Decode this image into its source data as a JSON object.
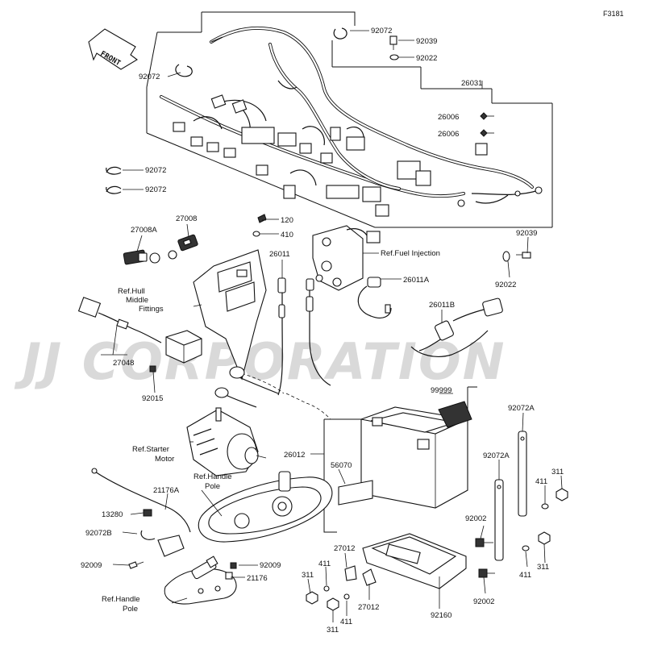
{
  "diagram_code": "F3181",
  "front_label": "FRONT",
  "watermark": "JJ CORPORATION",
  "part_numbers": {
    "p92072_a": "92072",
    "p92072_b": "92072",
    "p92072_c": "92072",
    "p92072_d": "92072",
    "p92039_a": "92039",
    "p92022_a": "92022",
    "p26031": "26031",
    "p26006_a": "26006",
    "p26006_b": "26006",
    "p120": "120",
    "p410": "410",
    "p27008": "27008",
    "p27008A": "27008A",
    "p26011": "26011",
    "p26011A": "26011A",
    "p26011B": "26011B",
    "p92039_b": "92039",
    "p92022_b": "92022",
    "p27048": "27048",
    "p92015": "92015",
    "p99999": "99999",
    "p26012": "26012",
    "p56070": "56070",
    "p92072A_a": "92072A",
    "p92072A_b": "92072A",
    "p311_a": "311",
    "p411_a": "411",
    "p92002_a": "92002",
    "p311_b": "311",
    "p411_b": "411",
    "p92002_b": "92002",
    "p21176A": "21176A",
    "p13280": "13280",
    "p92072B": "92072B",
    "p92009_a": "92009",
    "p92009_b": "92009",
    "p21176": "21176",
    "p27012_a": "27012",
    "p27012_b": "27012",
    "p411_c": "411",
    "p411_d": "411",
    "p311_c": "311",
    "p311_d": "311",
    "p92160": "92160"
  },
  "references": {
    "fuel_injection": "Ref.Fuel Injection",
    "hull_1": "Ref.Hull",
    "hull_2": "Middle",
    "hull_3": "Fittings",
    "starter_1": "Ref.Starter",
    "starter_2": "Motor",
    "handle_pole_1_a": "Ref.Handle",
    "handle_pole_1_b": "Pole",
    "handle_pole_2_a": "Ref.Handle",
    "handle_pole_2_b": "Pole"
  }
}
